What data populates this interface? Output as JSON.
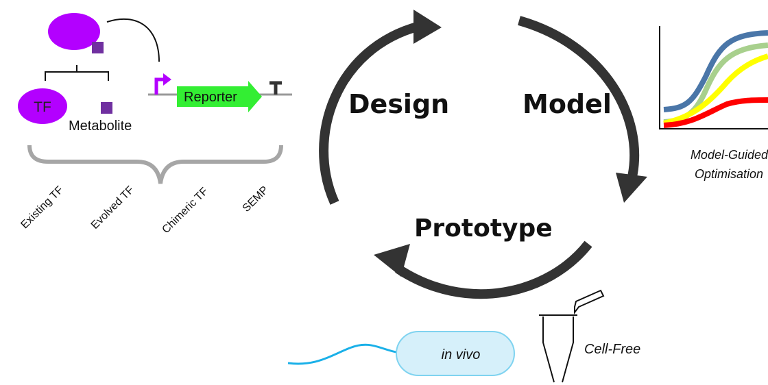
{
  "cycle": {
    "design_label": "Design",
    "model_label": "Model",
    "prototype_label": "Prototype"
  },
  "biosensor": {
    "tf_label": "TF",
    "metabolite_label": "Metabolite",
    "reporter_label": "Reporter",
    "tf_types": [
      "Existing TF",
      "Evolved TF",
      "Chimeric TF",
      "SEMP"
    ]
  },
  "model_graph": {
    "caption_line1": "Model-Guided",
    "caption_line2": "Optimisation",
    "series_colors": [
      "#4a76a8",
      "#a8d08d",
      "#ffff00",
      "#ff0000"
    ]
  },
  "prototype": {
    "in_vivo_label": "in vivo",
    "cell_free_label": "Cell-Free"
  },
  "colors": {
    "tf_purple": "#b300ff",
    "metabolite_purple": "#7030a0",
    "reporter_green": "#33ee33",
    "arrow_dark": "#333333",
    "brace_gray": "#a6a6a6",
    "cell_fill": "#d6f0fa",
    "cell_stroke": "#7fd3f0",
    "flagellum_blue": "#1ab0e8"
  }
}
